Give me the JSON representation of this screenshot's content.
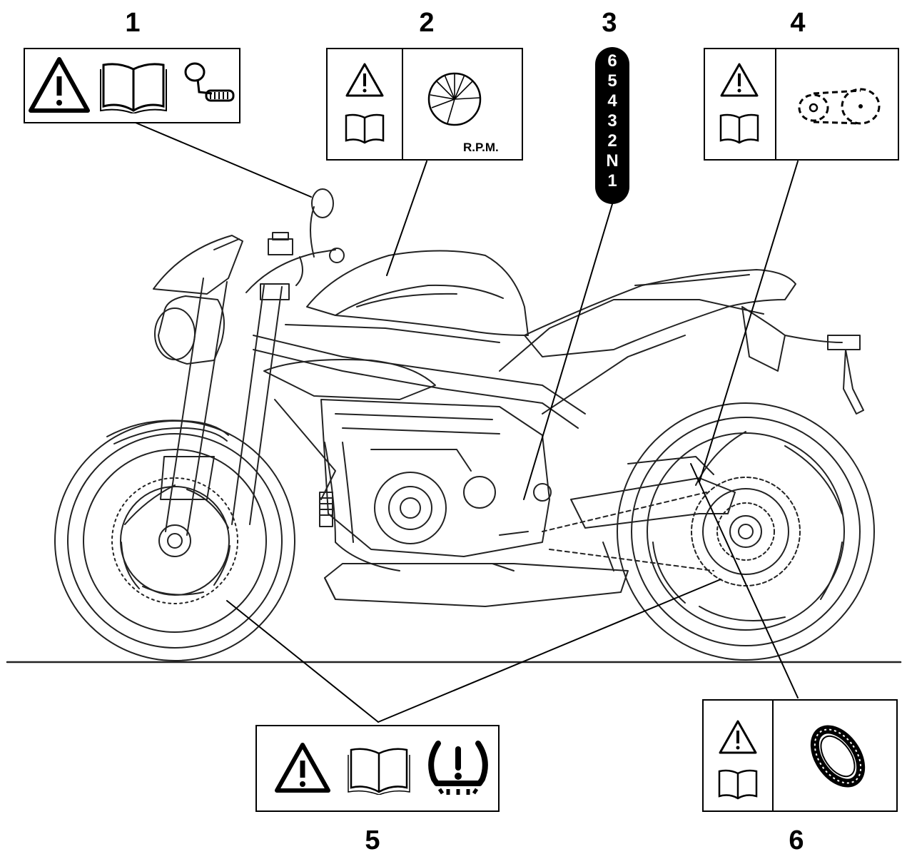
{
  "callouts": [
    "1",
    "2",
    "3",
    "4",
    "5",
    "6"
  ],
  "label2": {
    "rpm_text": "R.P.M."
  },
  "label3": {
    "gears": [
      "6",
      "5",
      "4",
      "3",
      "2",
      "N",
      "1"
    ]
  },
  "icons": {
    "label1": [
      "warning-triangle-icon",
      "manual-book-icon",
      "mirror-icon"
    ],
    "label2": [
      "warning-triangle-icon",
      "manual-book-icon",
      "tachometer-icon"
    ],
    "label4": [
      "warning-triangle-icon",
      "manual-book-icon",
      "drive-chain-icon"
    ],
    "label5": [
      "warning-triangle-icon",
      "manual-book-icon",
      "tyre-pressure-icon"
    ],
    "label6": [
      "warning-triangle-icon",
      "manual-book-icon",
      "tyre-icon"
    ]
  }
}
